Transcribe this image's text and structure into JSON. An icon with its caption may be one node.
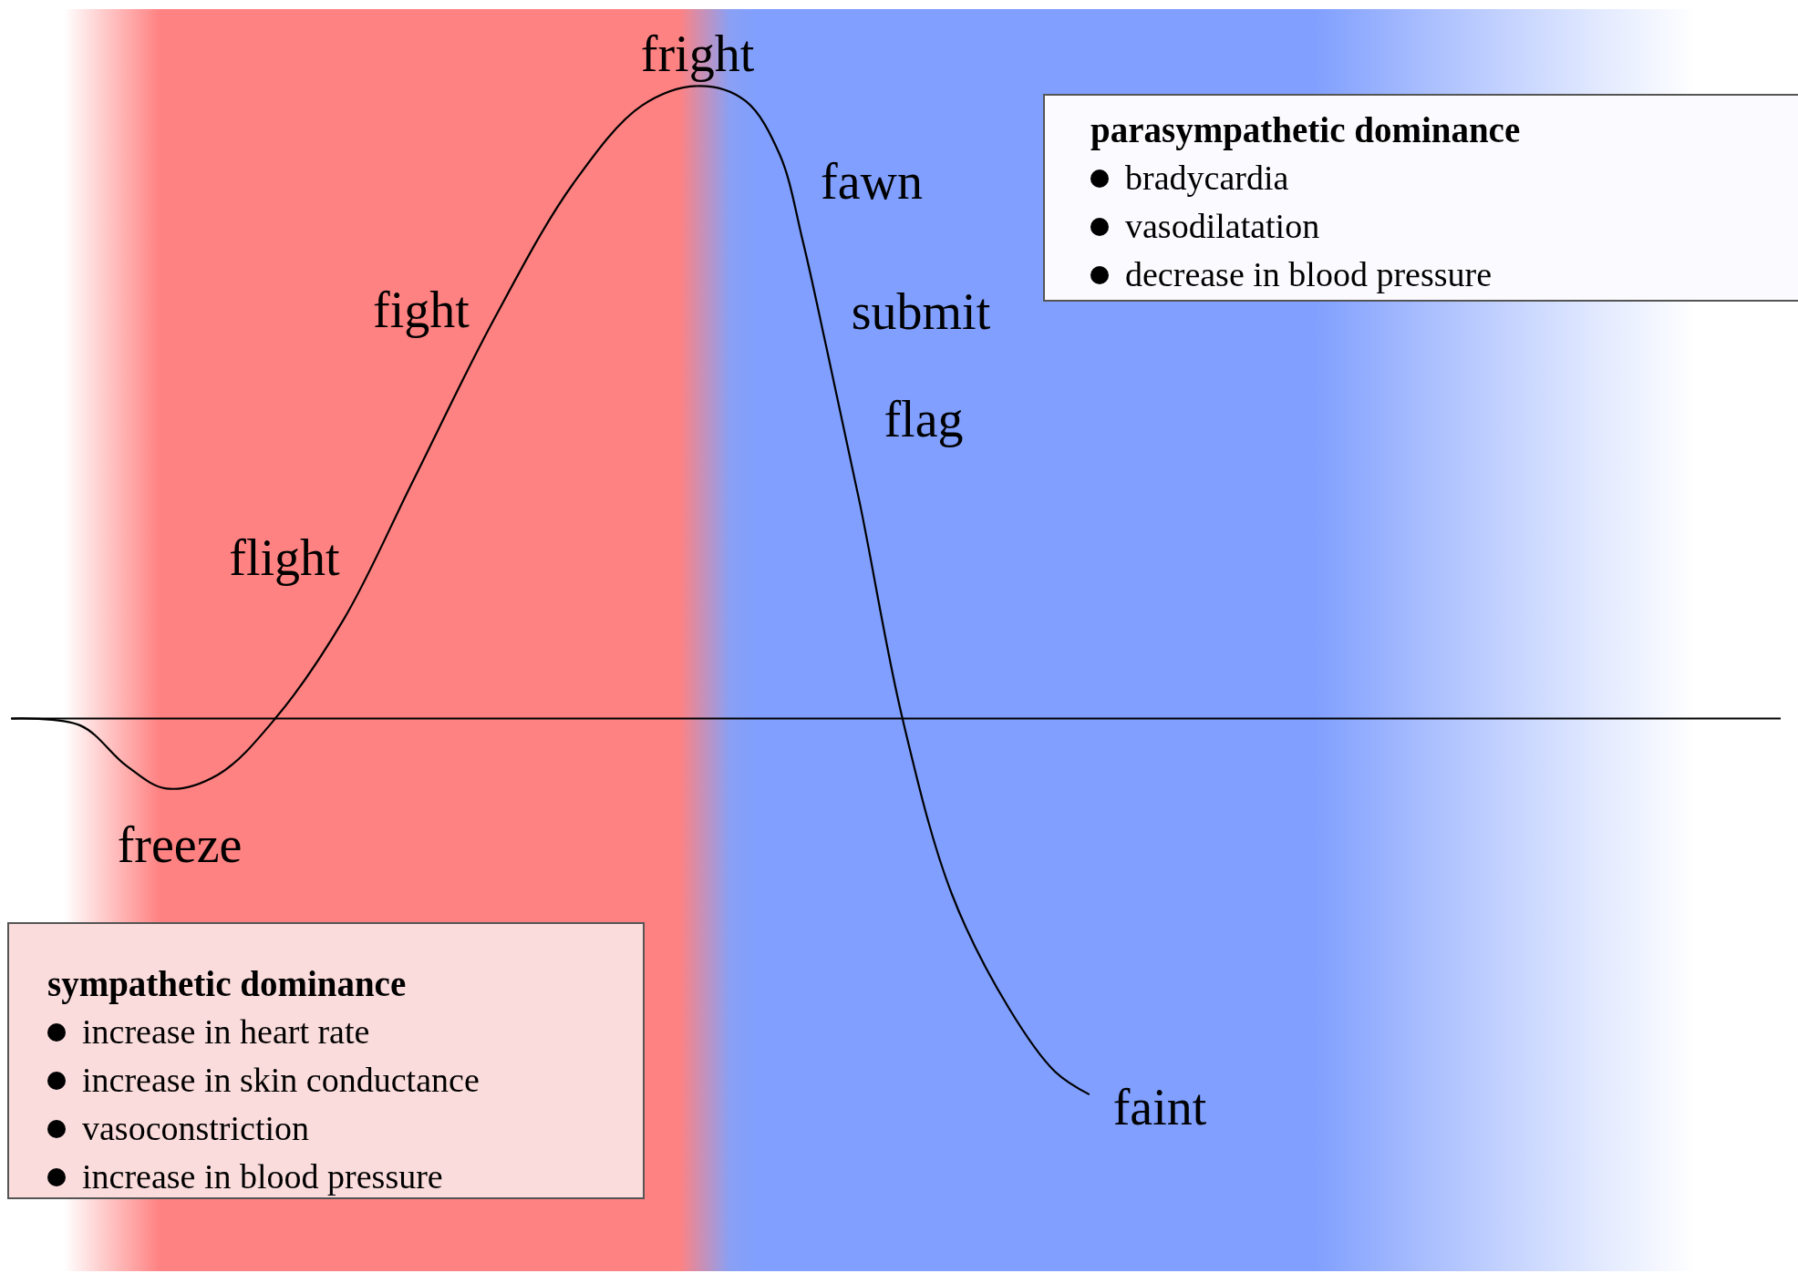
{
  "diagram": {
    "nodes": [
      {
        "text": [
          "parasympathetic dominance",
          "bradycardia",
          "vasodilatation",
          "decrease in blood pressure"
        ]
      },
      {
        "text": [
          "sympathetic dominance",
          "increase in heart rate",
          "increase in skin conductance",
          "vasoconstriction",
          "increase in blood pressure"
        ]
      }
    ],
    "labels": [
      "fright",
      "fawn",
      "fight",
      "submit",
      "flag",
      "flight",
      "freeze",
      "faint"
    ]
  }
}
